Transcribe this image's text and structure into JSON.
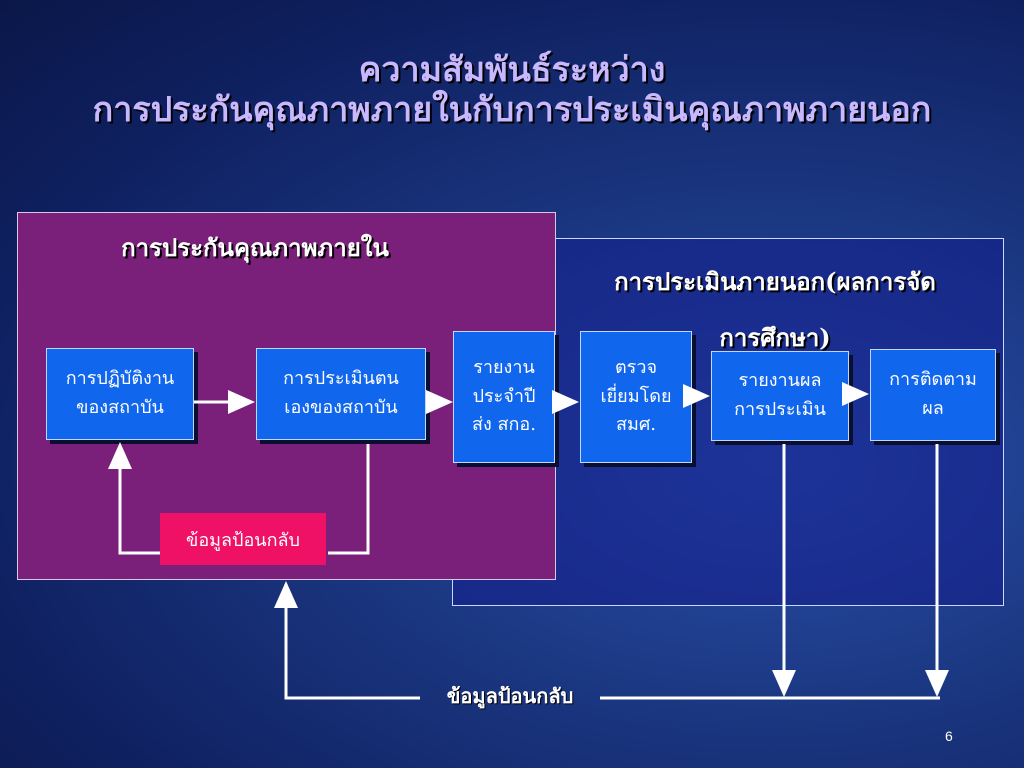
{
  "slide": {
    "title_line1": "ความสัมพันธ์ระหว่าง",
    "title_line2": "การประกันคุณภาพภายในกับการประเมินคุณภาพภายนอก",
    "page_number": "6"
  },
  "internal": {
    "heading": "การประกันคุณภาพภายใน",
    "boxes": [
      {
        "line1": "การปฏิบัติงาน",
        "line2": "ของสถาบัน"
      },
      {
        "line1": "การประเมินตน",
        "line2": "เองของสถาบัน"
      }
    ],
    "feedback": "ข้อมูลป้อนกลับ"
  },
  "external": {
    "heading_line1": "การประเมินภายนอก(ผลการจัด",
    "heading_line2": "การศึกษา)",
    "boxes": [
      {
        "line1": "รายงาน",
        "line2": "ประจำปี",
        "line3": "ส่ง สกอ."
      },
      {
        "line1": "ตรวจ",
        "line2": "เยี่ยมโดย",
        "line3": "สมศ."
      },
      {
        "line1": "รายงานผล",
        "line2": "การประเมิน"
      },
      {
        "line1": "การติดตาม",
        "line2": "ผล"
      }
    ]
  },
  "bottom_feedback": "ข้อมูลป้อนกลับ",
  "colors": {
    "internal_panel": "#7a1f7a",
    "box": "#1166ee",
    "feedback_box": "#ee1166",
    "title": "#c8b8ff"
  }
}
